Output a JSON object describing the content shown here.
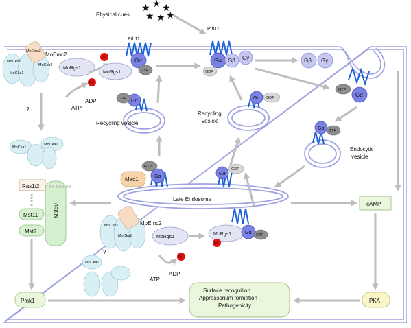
{
  "physical_cues": "Physical cues",
  "pth11_a": "Pth11",
  "pth11_b": "Pth11",
  "ga": "Gα",
  "gb": "Gβ",
  "gg": "Gγ",
  "gtp": "GTP",
  "gdp": "GDP",
  "pi": "Pi",
  "moemc2": "MoEmc2",
  "morgs1": "MoRgs1",
  "mocka1": "MoCka1",
  "mockb1": "MoCkb1",
  "mockb2": "MoCkb2",
  "atp": "ATP",
  "adp": "ADP",
  "question": "?",
  "recycling_vesicle": "Recycling vesicle",
  "recycling_line1": "Recycling",
  "recycling_line2": "vesicle",
  "endocytic_line1": "Endocytic",
  "endocytic_line2": "vesicle",
  "mac1": "Mac1",
  "late_endosome": "Late Endosome",
  "ras": "Ras1/2",
  "mst11": "Mst11",
  "mst7": "Mst7",
  "mst50": "Mst50",
  "camp": "cAMP",
  "pmk1": "Pmk1",
  "pka": "PKA",
  "outcome_1": "Surface recognition",
  "outcome_2": "Appressorium formation",
  "outcome_3": "Pathogenicity",
  "colors": {
    "membrane": "#9ea3e0",
    "galpha": "#7a82e6",
    "gbetagamma": "#c6c8f2",
    "helix": "#1e63d6",
    "pi": "#e01010",
    "star": "#1a1aa8",
    "arrow": "#bdbdbd",
    "output_box": "#eaf7dc",
    "casein_kinase": "#d8f0f5",
    "moemc2": "#f6dcc4",
    "mac1": "#f6d4a8",
    "pka": "#fbf6c8"
  }
}
